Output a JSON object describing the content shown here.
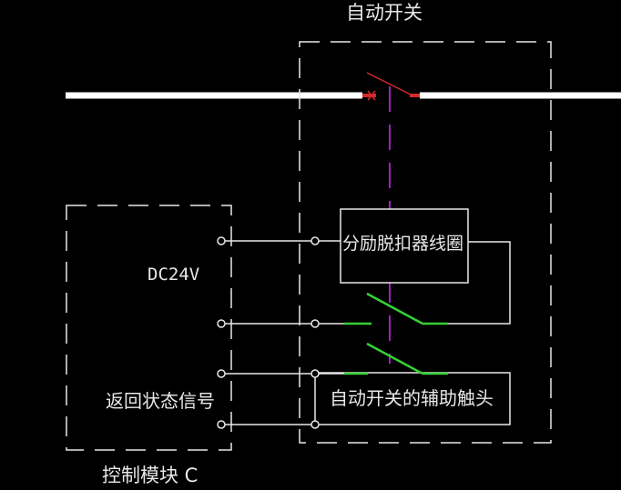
{
  "title": "自动开关",
  "colors": {
    "background": "#000000",
    "wire": "#e8e8e8",
    "bus": "#ffffff",
    "main_contact": "#d42a2a",
    "aux_contact": "#36d136",
    "mechanical_link": "#a020c0",
    "dashed_border": "#e8e8e8"
  },
  "auto_switch": {
    "label": "自动开关",
    "trip_coil_label": "分励脱扣器线圈",
    "aux_contact_label": "自动开关的辅助触头"
  },
  "control_module": {
    "label": "控制模块 C",
    "power_label": "DC24V",
    "status_label": "返回状态信号",
    "terminals": 4
  }
}
